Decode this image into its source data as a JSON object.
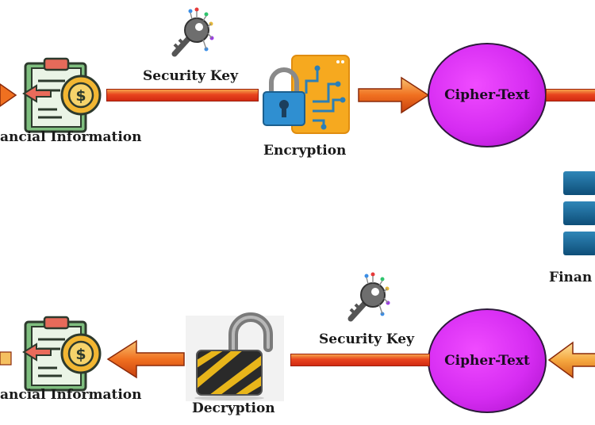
{
  "top_row": {
    "left_label": "ancial Information",
    "key_label": "Security Key",
    "lock_label": "Encryption",
    "cipher_label": "Cipher-Text"
  },
  "right_side": {
    "label": "Finan"
  },
  "bottom_row": {
    "left_label": "ancial Information",
    "lock_label": "Decryption",
    "key_label": "Security Key",
    "cipher_label": "Cipher-Text"
  },
  "colors": {
    "cipher_fill": "#d62cf2",
    "bar_gradient": [
      "#f6a24a",
      "#e8441e",
      "#d22a12"
    ],
    "arrow_fill": "#f07020"
  },
  "icons": [
    "document-dollar-icon",
    "key-icon",
    "encryption-lock-icon",
    "padlock-open-icon",
    "database-icon"
  ]
}
